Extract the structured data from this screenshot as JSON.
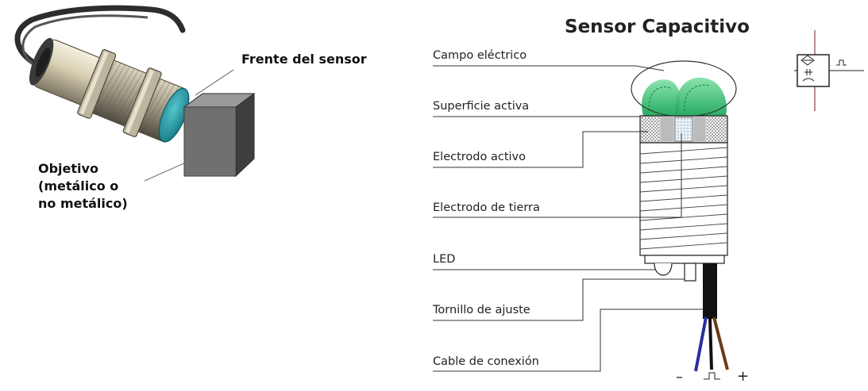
{
  "left_figure": {
    "labels": {
      "front": "Frente del sensor",
      "target_line1": "Objetivo",
      "target_line2": "(metálico o",
      "target_line3": "no metálico)"
    },
    "colors": {
      "sensing_face": "#1f8f9a",
      "body": "#c9c0a0",
      "target": "#5a5a5a"
    }
  },
  "right_figure": {
    "title": "Sensor Capacitivo",
    "labels": {
      "field": "Campo eléctrico",
      "surface": "Superficie activa",
      "active_electrode": "Electrodo activo",
      "ground_electrode": "Electrodo de tierra",
      "led": "LED",
      "screw": "Tornillo de ajuste",
      "cable": "Cable de conexión"
    },
    "signs": {
      "minus": "–",
      "plus": "+"
    },
    "colors": {
      "field": "#2fb66a",
      "wire_blue": "#2a2f9a",
      "wire_brown": "#6b3a16"
    }
  }
}
